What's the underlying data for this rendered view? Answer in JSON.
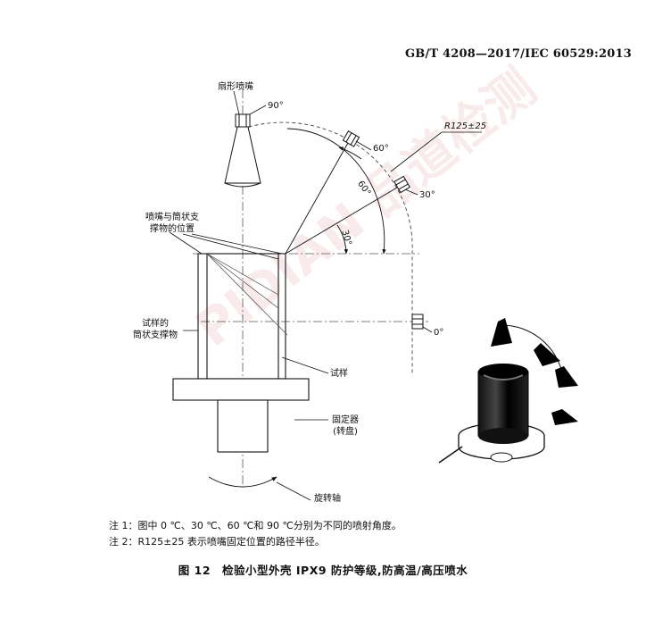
{
  "header": {
    "standard_code": "GB/T 4208—2017/IEC 60529:2013"
  },
  "figure": {
    "labels": {
      "fan_nozzle": "扇形喷嘴",
      "angle_90": "90°",
      "angle_60": "60°",
      "angle_30": "30°",
      "angle_0": "0°",
      "arc_angle_60": "60°",
      "arc_angle_30": "30°",
      "radius": "R125±25",
      "nozzle_support_position_line1": "喷嘴与筒状支",
      "nozzle_support_position_line2": "撑物的位置",
      "support_line1": "试样的",
      "support_line2": "筒状支撑物",
      "specimen": "试样",
      "fixture_line1": "固定器",
      "fixture_line2": "(转盘)",
      "rotation_axis": "旋转轴"
    }
  },
  "notes": [
    "注 1：图中 0 ℃、30 ℃、60 ℃和 90 ℃分别为不同的喷射角度。",
    "注 2：R125±25 表示喷嘴固定位置的路径半径。"
  ],
  "caption": "图 12　检验小型外壳 IPX9 防护等级,防高温/高压喷水",
  "watermark": {
    "text": "PIDIAN 品道检测",
    "color": "#c83c3c"
  }
}
